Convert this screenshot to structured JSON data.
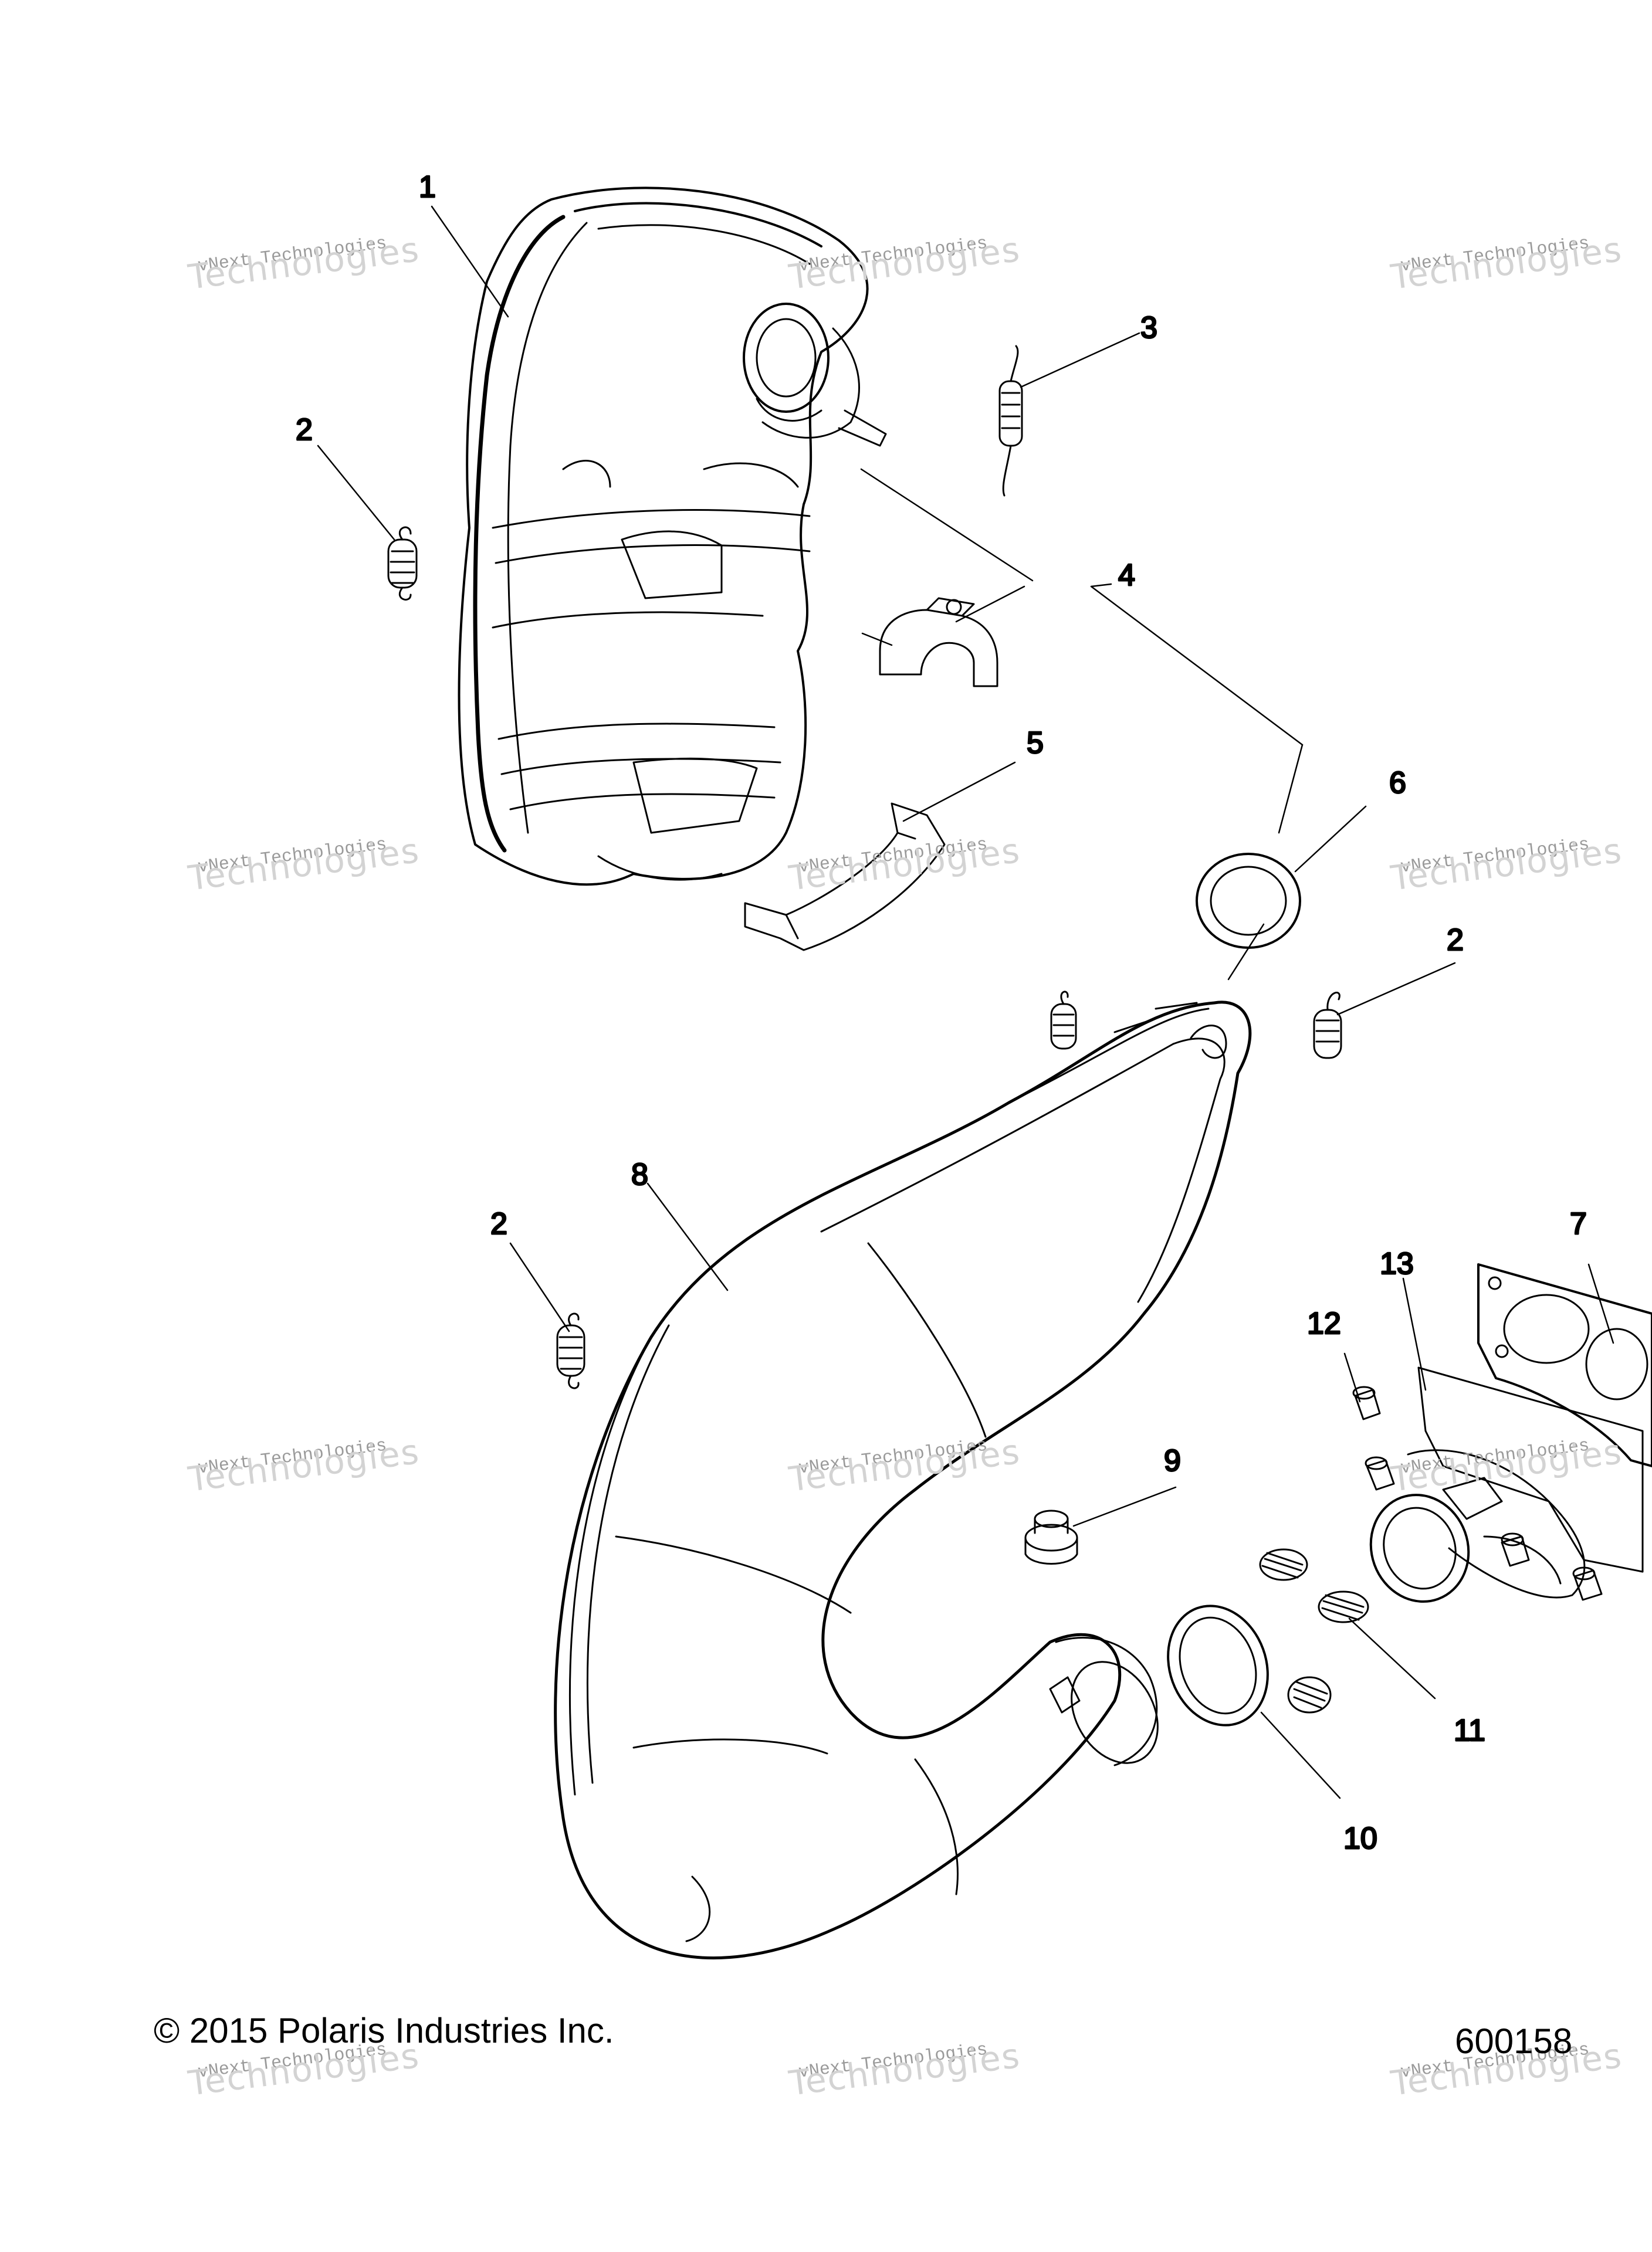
{
  "callouts": [
    "1",
    "2",
    "3",
    "4",
    "5",
    "6",
    "2",
    "8",
    "2",
    "9",
    "7",
    "13",
    "12",
    "11",
    "10"
  ],
  "watermark": {
    "line1": "vNext Technologies",
    "line2": "Technologies"
  },
  "footer": {
    "copyright": "© 2015 Polaris Industries Inc.",
    "diagram_number": "600158"
  }
}
